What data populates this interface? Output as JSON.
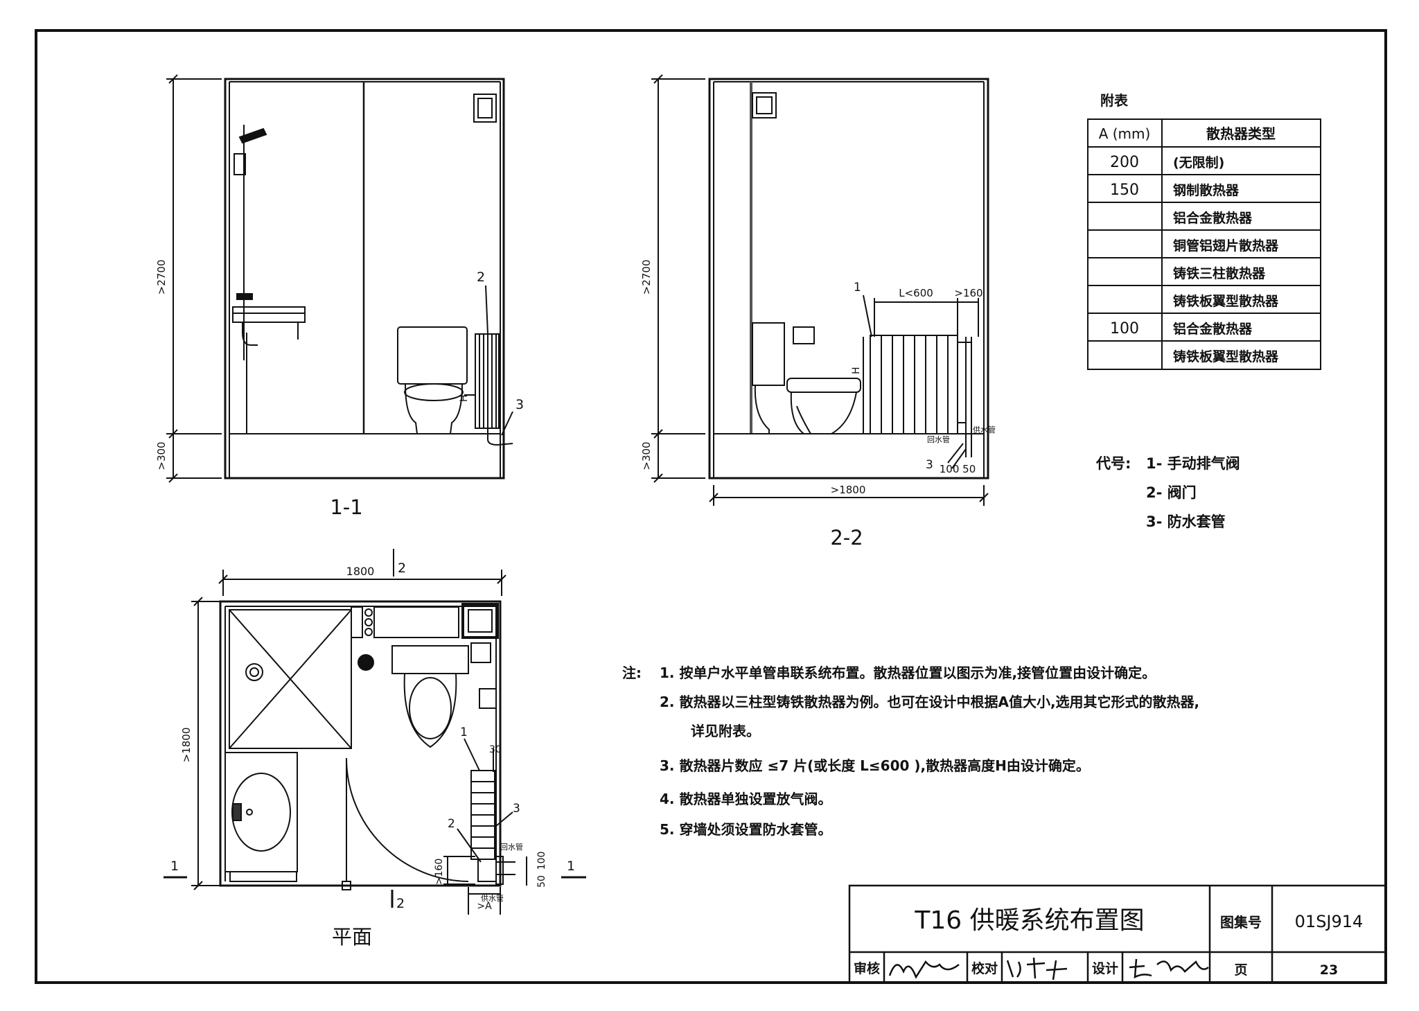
{
  "views": {
    "section_1": {
      "label": "1-1",
      "dim_height": ">2700",
      "dim_base": ">300",
      "callouts": [
        "2",
        "3"
      ],
      "h_mark": "H"
    },
    "section_2": {
      "label": "2-2",
      "dim_height": ">2700",
      "dim_base": ">300",
      "dim_width": ">1800",
      "callouts": [
        "1",
        "3"
      ],
      "dim_length": "L<600",
      "dim_clearance": ">160",
      "h_mark": "H",
      "pipe_supply": "供水管",
      "pipe_return": "回水管",
      "dim_offsets": "100 50"
    },
    "plan": {
      "label": "平面",
      "dim_top": "1800",
      "dim_left": ">1800",
      "cut_marks": [
        "2",
        "2",
        "1",
        "1"
      ],
      "callouts": [
        "1",
        "2",
        "3"
      ],
      "dim_30": "30",
      "dim_160": ">160",
      "dim_100": "100",
      "dim_50": "50",
      "dim_a": ">A",
      "pipe_supply": "供水管",
      "pipe_return": "回水管"
    }
  },
  "appendix": {
    "title": "附表",
    "headers": [
      "A (mm)",
      "散热器类型"
    ],
    "rows": [
      [
        "200",
        "(无限制)"
      ],
      [
        "150",
        "钢制散热器"
      ],
      [
        "",
        "铝合金散热器"
      ],
      [
        "",
        "铜管铝翅片散热器"
      ],
      [
        "",
        "铸铁三柱散热器"
      ],
      [
        "",
        "铸铁板翼型散热器"
      ],
      [
        "100",
        "铝合金散热器"
      ],
      [
        "",
        "铸铁板翼型散热器"
      ]
    ]
  },
  "legend": {
    "prefix": "代号:",
    "items": [
      "1- 手动排气阀",
      "2- 阀门",
      "3- 防水套管"
    ]
  },
  "notes": {
    "prefix": "注:",
    "items": [
      "1.  按单户水平单管串联系统布置。散热器位置以图示为准,接管位置由设计确定。",
      "2.  散热器以三柱型铸铁散热器为例。也可在设计中根据A值大小,选用其它形式的散热器,",
      "详见附表。",
      "3.  散热器片数应 ≤7 片(或长度 L≤600 ),散热器高度H由设计确定。",
      "4.  散热器单独设置放气阀。",
      "5.  穿墙处须设置防水套管。"
    ]
  },
  "title_block": {
    "title": "T16 供暖系统布置图",
    "atlas_label": "图集号",
    "atlas_no": "01SJ914",
    "review": "审核",
    "check": "校对",
    "design": "设计",
    "page_label": "页",
    "page_no": "23"
  }
}
